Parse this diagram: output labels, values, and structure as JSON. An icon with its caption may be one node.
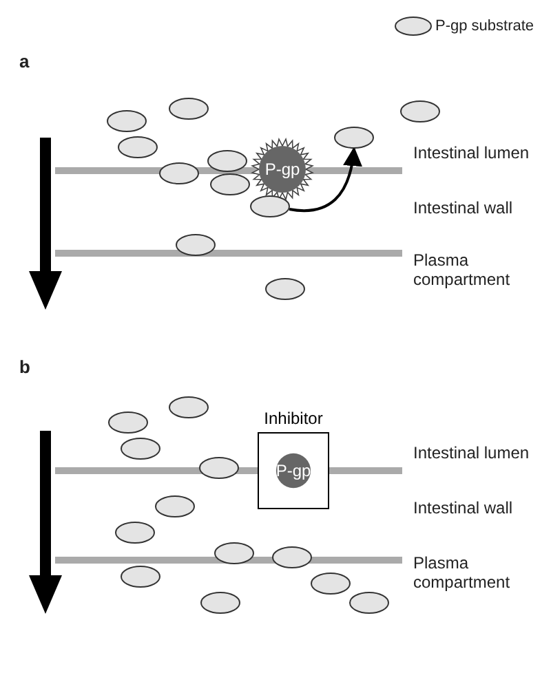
{
  "diagram": {
    "nodes": [
      {
        "text": [],
        "shape": "ellipse"
      },
      {
        "text": [],
        "shape": "ellipse"
      },
      {
        "text": [],
        "shape": "ellipse"
      },
      {
        "text": [],
        "shape": "ellipse"
      },
      {
        "text": [],
        "shape": "ellipse"
      },
      {
        "text": [],
        "shape": "ellipse"
      },
      {
        "text": [
          "P-gp"
        ]
      },
      {
        "text": [],
        "shape": "ellipse"
      },
      {
        "text": [],
        "shape": "ellipse"
      },
      {
        "text": [],
        "shape": "ellipse"
      },
      {
        "text": [],
        "shape": "ellipse"
      },
      {
        "text": [],
        "shape": "ellipse"
      },
      {
        "text": [],
        "shape": "ellipse"
      },
      {
        "text": [
          "Inhibitor"
        ]
      },
      {
        "text": [
          "P-gp"
        ],
        "in": 13
      },
      {
        "text": [],
        "shape": "ellipse"
      },
      {
        "text": [],
        "shape": "ellipse"
      },
      {
        "text": [],
        "shape": "ellipse"
      },
      {
        "text": [],
        "shape": "ellipse"
      },
      {
        "text": [],
        "shape": "ellipse"
      },
      {
        "text": [],
        "shape": "ellipse"
      },
      {
        "text": [],
        "shape": "ellipse"
      },
      {
        "text": [],
        "shape": "ellipse"
      },
      {
        "text": [],
        "shape": "ellipse"
      },
      {
        "text": [],
        "shape": "ellipse"
      },
      {
        "text": [],
        "shape": "ellipse"
      }
    ],
    "edges": [
      {
        "from": 9,
        "to": 3,
        "arrow": "to"
      }
    ],
    "labels": [
      "a",
      "Intestinal lumen",
      "Intestinal wall",
      "Plasma compartment",
      "b",
      "Intestinal lumen",
      "Intestinal wall",
      "Plasma compartment"
    ],
    "legend": [
      {
        "text": "P-gp substrate"
      }
    ]
  }
}
